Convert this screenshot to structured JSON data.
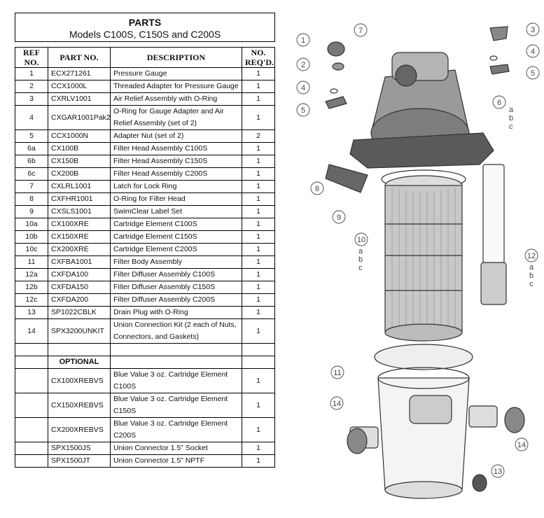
{
  "header": {
    "title": "PARTS",
    "subtitle": "Models C100S, C150S and C200S"
  },
  "table": {
    "columns": [
      "REF NO.",
      "PART NO.",
      "DESCRIPTION",
      "NO. REQ'D."
    ],
    "rows": [
      {
        "ref": "1",
        "part": "ECX271261",
        "desc": "Pressure Gauge",
        "qty": "1"
      },
      {
        "ref": "2",
        "part": "CCX1000L",
        "desc": "Threaded Adapter for Pressure Gauge",
        "qty": "1"
      },
      {
        "ref": "3",
        "part": "CXRLV1001",
        "desc": "Air Relief Assembly with O-Ring",
        "qty": "1"
      },
      {
        "ref": "4",
        "part": "CXGAR1001Pak2",
        "desc": "O-Ring for Gauge Adapter and Air Relief Assembly (set of 2)",
        "qty": "1"
      },
      {
        "ref": "5",
        "part": "CCX1000N",
        "desc": "Adapter Nut (set of 2)",
        "qty": "2"
      },
      {
        "ref": "6a",
        "part": "CX100B",
        "desc": "Filter Head Assembly  C100S",
        "qty": "1"
      },
      {
        "ref": "6b",
        "part": "CX150B",
        "desc": "Filter Head Assembly  C150S",
        "qty": "1"
      },
      {
        "ref": "6c",
        "part": "CX200B",
        "desc": "Filter Head Assembly  C200S",
        "qty": "1"
      },
      {
        "ref": "7",
        "part": "CXLRL1001",
        "desc": "Latch for Lock Ring",
        "qty": "1"
      },
      {
        "ref": "8",
        "part": "CXFHR1001",
        "desc": "O-Ring for Filter Head",
        "qty": "1"
      },
      {
        "ref": "9",
        "part": "CXSLS1001",
        "desc": "SwimClear Label Set",
        "qty": "1"
      },
      {
        "ref": "10a",
        "part": "CX100XRE",
        "desc": "Cartridge Element  C100S",
        "qty": "1"
      },
      {
        "ref": "10b",
        "part": "CX150XRE",
        "desc": "Cartridge  Element  C150S",
        "qty": "1"
      },
      {
        "ref": "10c",
        "part": "CX200XRE",
        "desc": "Cartridge  Element  C200S",
        "qty": "1"
      },
      {
        "ref": "11",
        "part": "CXFBA1001",
        "desc": "Filter Body Assembly",
        "qty": "1"
      },
      {
        "ref": "12a",
        "part": "CXFDA100",
        "desc": "Filter Diffuser Assembly  C100S",
        "qty": "1"
      },
      {
        "ref": "12b",
        "part": "CXFDA150",
        "desc": "Filter Diffuser Assembly  C150S",
        "qty": "1"
      },
      {
        "ref": "12c",
        "part": "CXFDA200",
        "desc": "Filter Diffuser Assembly  C200S",
        "qty": "1"
      },
      {
        "ref": "13",
        "part": "SP1022CBLK",
        "desc": "Drain Plug with O-Ring",
        "qty": "1"
      },
      {
        "ref": "14",
        "part": "SPX3200UNKIT",
        "desc": "Union Connection Kit (2 each of Nuts, Connectors, and Gaskets)",
        "qty": "1"
      }
    ],
    "optional_label": "OPTIONAL",
    "optional_rows": [
      {
        "ref": "",
        "part": "CX100XREBVS",
        "desc": "Blue Value 3 oz. Cartridge Element  C100S",
        "qty": "1"
      },
      {
        "ref": "",
        "part": "CX150XREBVS",
        "desc": "Blue Value 3 oz. Cartridge Element  C150S",
        "qty": "1"
      },
      {
        "ref": "",
        "part": "CX200XREBVS",
        "desc": "Blue Value 3 oz. Cartridge Element  C200S",
        "qty": "1"
      },
      {
        "ref": "",
        "part": "SPX1500JS",
        "desc": "Union Connector 1.5” Socket",
        "qty": "1"
      },
      {
        "ref": "",
        "part": "SPX1500JT",
        "desc": "Union Connector 1.5” NPTF",
        "qty": "1"
      }
    ]
  },
  "diagram": {
    "callouts": [
      "1",
      "2",
      "3",
      "4",
      "4",
      "5",
      "5",
      "6",
      "7",
      "8",
      "9",
      "10",
      "11",
      "12",
      "13",
      "14",
      "14"
    ],
    "suffix_abc": [
      "a",
      "b",
      "c"
    ]
  }
}
